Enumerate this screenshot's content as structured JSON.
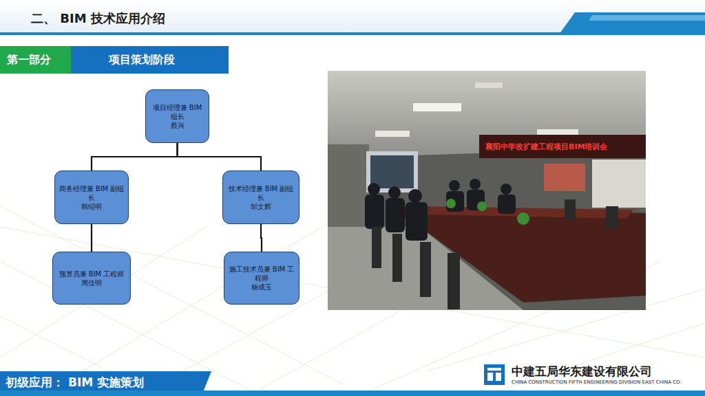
{
  "diagram": {
    "title": "二、 BIM 技术应用介绍",
    "nodes": [
      {
        "text": [
          "项目经理兼 BIM 组长",
          "蔡兴"
        ]
      },
      {
        "text": [
          "商务经理兼 BIM 副组长",
          "韩绍明"
        ]
      },
      {
        "text": [
          "技术经理兼 BIM 副组长",
          "邹文辉"
        ]
      },
      {
        "text": [
          "预算员兼 BIM 工程师",
          "周佳明"
        ]
      },
      {
        "text": [
          "施工技术员兼 BIM 工程师",
          "杨成玉"
        ]
      }
    ],
    "edges": [
      {
        "from": 0,
        "to": 1,
        "arrow": "none"
      },
      {
        "from": 0,
        "to": 2,
        "arrow": "none"
      },
      {
        "from": 1,
        "to": 3,
        "arrow": "none"
      },
      {
        "from": 2,
        "to": 4,
        "arrow": "none"
      }
    ],
    "labels": [
      "第一部分",
      "项目策划阶段",
      "襄阳中学改扩建工程项目BIM培训会",
      "初级应用： BIM 实施策划",
      "中建五局华东建设有限公司",
      "CHINA CONSTRUCTION FIFTH ENGINEERING DIVISION EAST CHINA CO."
    ]
  }
}
